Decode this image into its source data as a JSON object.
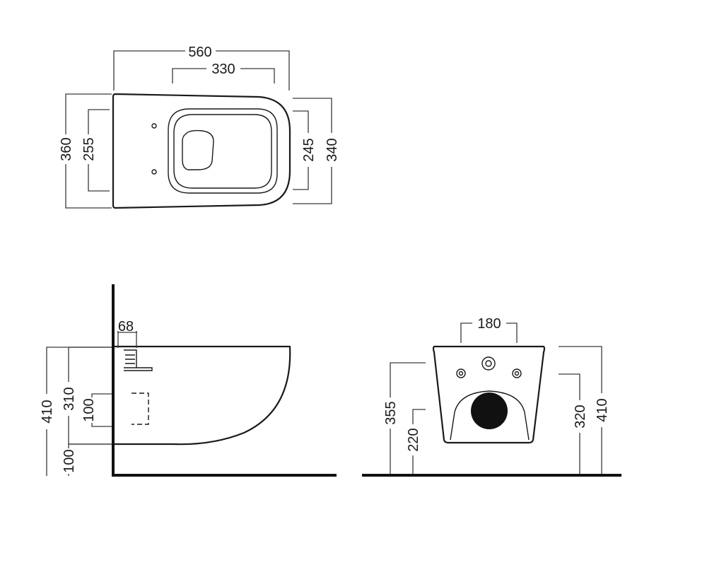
{
  "top_view": {
    "overall_length": "560",
    "seat_length": "330",
    "overall_width": "360",
    "fixing_width": "255",
    "front_inner_width": "245",
    "front_width": "340"
  },
  "side_view": {
    "wall_offset": "68",
    "height_total": "410",
    "height_rim": "310",
    "outlet_height": "100",
    "floor_clearance": "100"
  },
  "front_view": {
    "fixing_spacing": "180",
    "height_355": "355",
    "outlet_220": "220",
    "height_320": "320",
    "height_410": "410"
  }
}
